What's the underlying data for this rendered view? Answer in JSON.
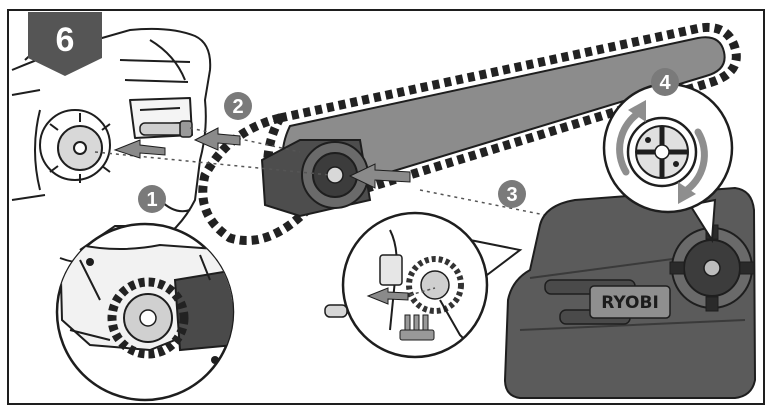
{
  "figure": {
    "step_badge": "6",
    "callouts": [
      "1",
      "2",
      "3",
      "4"
    ],
    "brand_label": "RYOBI"
  },
  "colors": {
    "badge_fill": "#555555",
    "callout_fill": "#7a7a7a",
    "bar_fill": "#8c8c8c",
    "chain_dark": "#222222",
    "cover_fill": "#5b5b5b",
    "line_art": "#1e1e1e",
    "arrow_fill": "#8a8a8a",
    "rotate_arrow": "#8e8e8e"
  }
}
